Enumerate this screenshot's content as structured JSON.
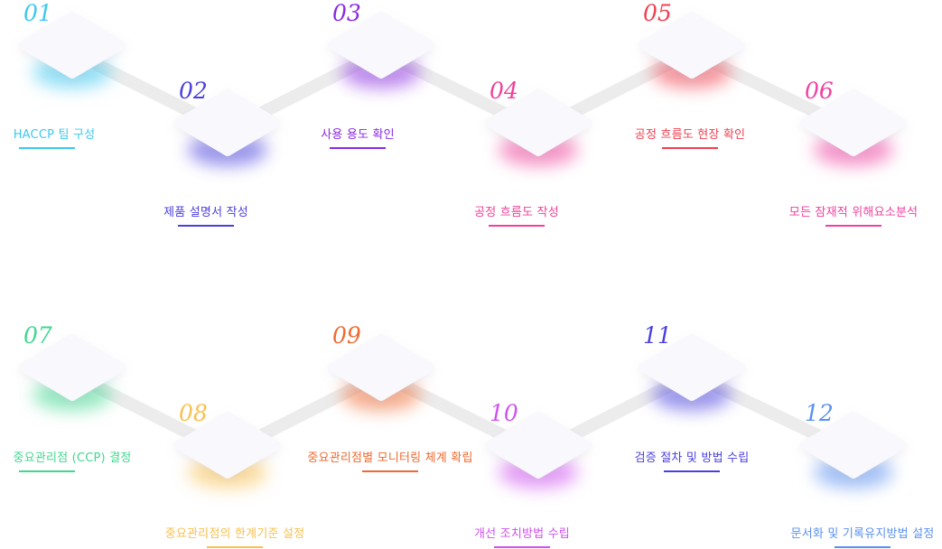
{
  "steps": [
    {
      "num": "01",
      "label": "HACCP 팀 구성",
      "color": "#3cc8f0"
    },
    {
      "num": "02",
      "label": "제품 설명서 작성",
      "color": "#4a3fe0"
    },
    {
      "num": "03",
      "label": "사용 용도 확인",
      "color": "#8a2be2"
    },
    {
      "num": "04",
      "label": "공정 흐름도 작성",
      "color": "#f0409a"
    },
    {
      "num": "05",
      "label": "공정 흐름도 현장 확인",
      "color": "#f04050"
    },
    {
      "num": "06",
      "label": "모든 잠재적 위해요소분석",
      "color": "#f040a0"
    },
    {
      "num": "07",
      "label": "중요관리점 (CCP) 결정",
      "color": "#40d890"
    },
    {
      "num": "08",
      "label": "중요관리점의 한계기준 설정",
      "color": "#f8c050"
    },
    {
      "num": "09",
      "label": "중요관리점별 모니터링 체계 확립",
      "color": "#f06a30"
    },
    {
      "num": "10",
      "label": "개선 조치방법 수립",
      "color": "#d050f0"
    },
    {
      "num": "11",
      "label": "검증 절차 및 방법 수립",
      "color": "#4a3fe0"
    },
    {
      "num": "12",
      "label": "문서화 및 기록유지방법 설정",
      "color": "#5a90f0"
    }
  ]
}
